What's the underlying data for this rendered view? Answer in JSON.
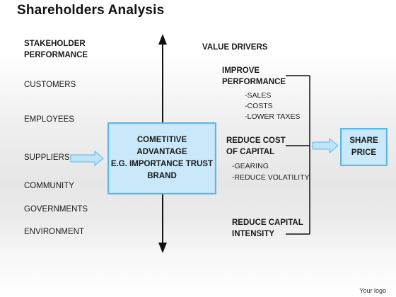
{
  "title": "Shareholders Analysis",
  "left_column": {
    "heading_line1": "STAKEHOLDER",
    "heading_line2": "PERFORMANCE",
    "items": [
      "CUSTOMERS",
      "EMPLOYEES",
      "SUPPLIERS",
      "COMMUNITY",
      "GOVERNMENTS",
      "ENVIRONMENT"
    ]
  },
  "center_box": {
    "line1": "COMETITIVE",
    "line2": "ADVANTAGE",
    "line3": "E.G. IMPORTANCE TRUST",
    "line4": "BRAND"
  },
  "right_column": {
    "heading": "VALUE DRIVERS",
    "drivers": [
      {
        "line1": "IMPROVE",
        "line2": "PERFORMANCE",
        "subs": [
          "-SALES",
          "-COSTS",
          "-LOWER TAXES"
        ]
      },
      {
        "line1": "REDUCE COST",
        "line2": "OF CAPITAL",
        "subs": [
          "-GEARING",
          "-REDUCE  VOLATILITY"
        ]
      },
      {
        "line1": "REDUCE CAPITAL",
        "line2": "INTENSITY",
        "subs": []
      }
    ]
  },
  "result_box": {
    "line1": "SHARE",
    "line2": "PRICE"
  },
  "footer": "Your logo",
  "colors": {
    "box_fill": "#c9e8f9",
    "box_border": "#5ab8e6",
    "arrow_fill": "#bfe4f8",
    "line": "#111111"
  }
}
